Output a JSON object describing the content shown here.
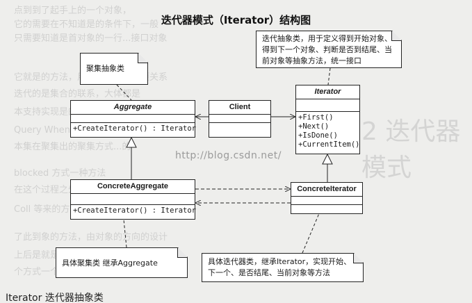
{
  "title": "迭代器模式（Iterator）结构图",
  "classes": {
    "aggregate": {
      "name": "Aggregate",
      "ops": [
        "+CreateIterator() : Iterator"
      ]
    },
    "client": {
      "name": "Client"
    },
    "iterator": {
      "name": "Iterator",
      "ops": [
        "+First()",
        "+Next()",
        "+IsDone()",
        "+CurrentItem()"
      ]
    },
    "concrete_aggregate": {
      "name": "ConcreteAggregate",
      "ops": [
        "+CreateIterator() : Iterator"
      ]
    },
    "concrete_iterator": {
      "name": "ConcreteIterator"
    }
  },
  "notes": {
    "aggregate_note": "聚集抽象类",
    "iterator_note": "迭代抽象类，用于定义得到开始对象、得到下一个对象、判断是否到结尾、当前对象等抽象方法，统一接口",
    "concrete_aggregate_note": "具体聚集类 继承Aggregate",
    "concrete_iterator_note": "具体迭代器类，继承Iterator，实现开始、下一个、是否结尾、当前对象等方法"
  },
  "watermark": "http://blog.csdn.net/",
  "footer": "Iterator 迭代器抽象类",
  "colors": {
    "line": "#222222",
    "box": "#ffffff",
    "background": "#eeeeec"
  }
}
